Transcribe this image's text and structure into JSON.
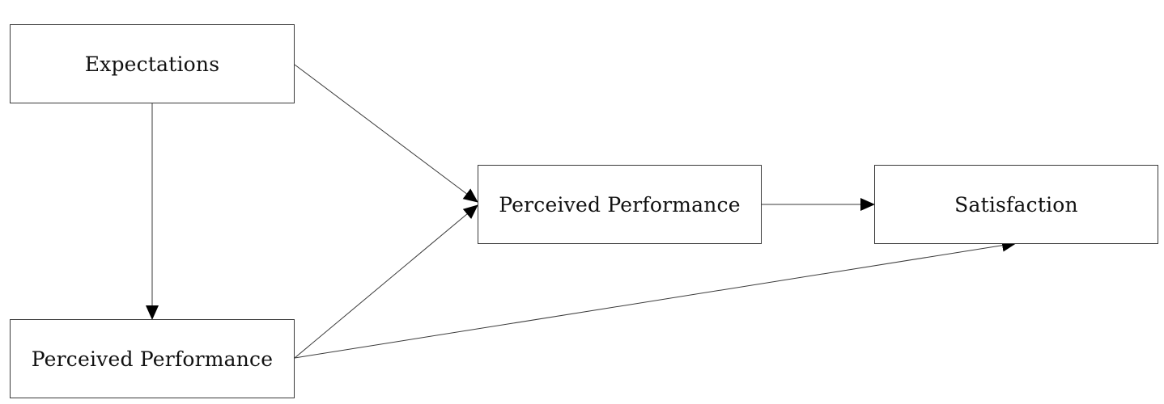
{
  "nodes": {
    "expectations": {
      "label": "Expectations"
    },
    "perceived_performance_middle": {
      "label": "Perceived Performance"
    },
    "satisfaction": {
      "label": "Satisfaction"
    },
    "perceived_performance_bottom": {
      "label": "Perceived Performance"
    }
  },
  "edges": [
    {
      "from": "expectations",
      "to": "perceived_performance_bottom"
    },
    {
      "from": "expectations",
      "to": "perceived_performance_middle"
    },
    {
      "from": "perceived_performance_bottom",
      "to": "perceived_performance_middle"
    },
    {
      "from": "perceived_performance_middle",
      "to": "satisfaction"
    },
    {
      "from": "perceived_performance_bottom",
      "to": "satisfaction"
    }
  ],
  "colors": {
    "stroke": "#3a3a3a",
    "text": "#111111",
    "arrowhead": "#000000"
  }
}
